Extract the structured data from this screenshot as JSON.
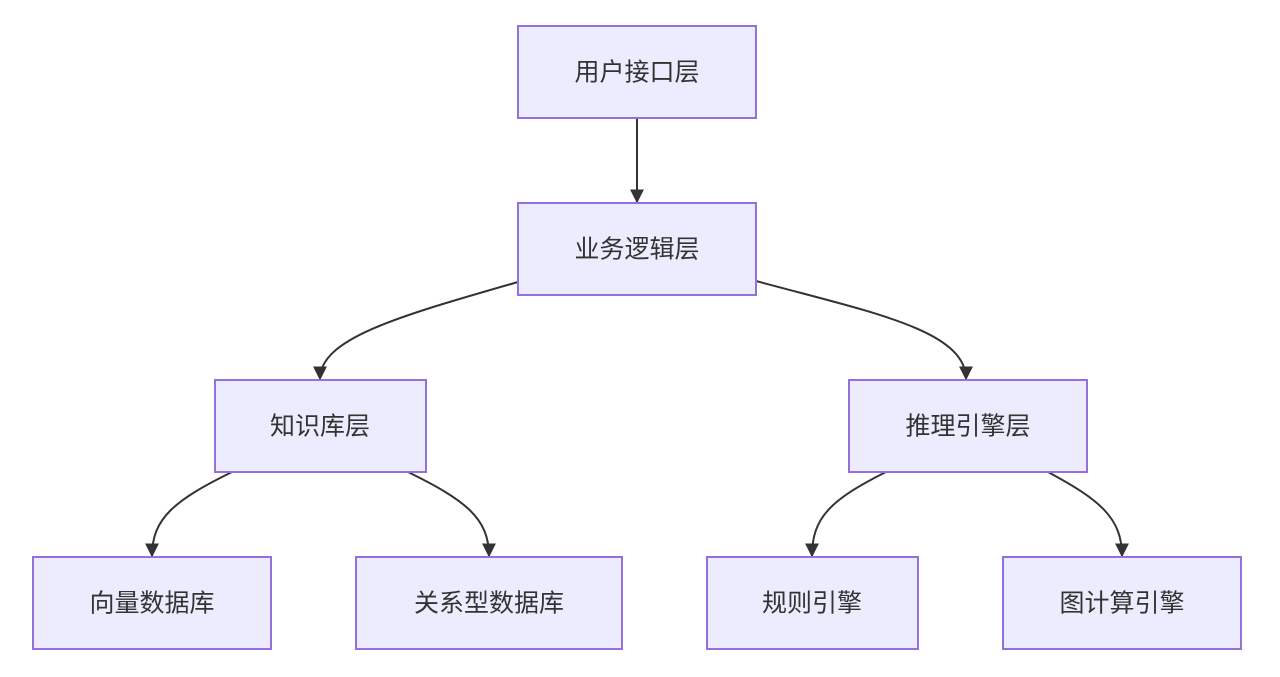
{
  "nodes": {
    "ui": {
      "label": "用户接口层"
    },
    "biz": {
      "label": "业务逻辑层"
    },
    "kb": {
      "label": "知识库层"
    },
    "infer": {
      "label": "推理引擎层"
    },
    "vecdb": {
      "label": "向量数据库"
    },
    "reldb": {
      "label": "关系型数据库"
    },
    "rule": {
      "label": "规则引擎"
    },
    "graph": {
      "label": "图计算引擎"
    }
  },
  "edges": [
    {
      "from": "ui",
      "to": "biz"
    },
    {
      "from": "biz",
      "to": "kb"
    },
    {
      "from": "biz",
      "to": "infer"
    },
    {
      "from": "kb",
      "to": "vecdb"
    },
    {
      "from": "kb",
      "to": "reldb"
    },
    {
      "from": "infer",
      "to": "rule"
    },
    {
      "from": "infer",
      "to": "graph"
    }
  ],
  "colors": {
    "node_fill": "#ececff",
    "node_border": "#9370db",
    "edge": "#333333",
    "text": "#333333"
  }
}
